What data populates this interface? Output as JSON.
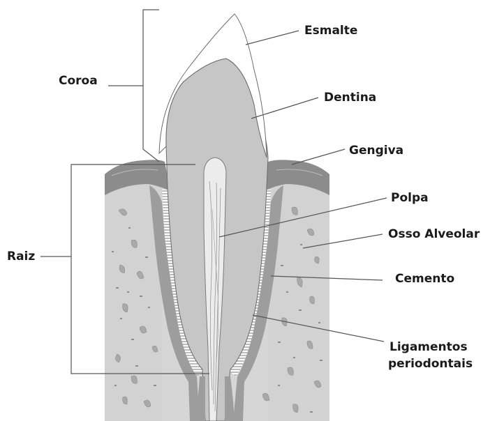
{
  "labels": {
    "esmalte": "Esmalte",
    "dentina": "Dentina",
    "coroa": "Coroa",
    "gengiva": "Gengiva",
    "polpa": "Polpa",
    "osso": "Osso Alveolar",
    "raiz": "Raiz",
    "cemento": "Cemento",
    "ligamentos_1": "Ligamentos",
    "ligamentos_2": "periodontais"
  },
  "colors": {
    "bone": "#d6d6d6",
    "bone_dark": "#a7a7a7",
    "gum": "#8a8a8a",
    "dentin": "#c6c6c6",
    "enamel": "#ffffff",
    "pulp": "#e9e9e9",
    "line": "#555555"
  }
}
